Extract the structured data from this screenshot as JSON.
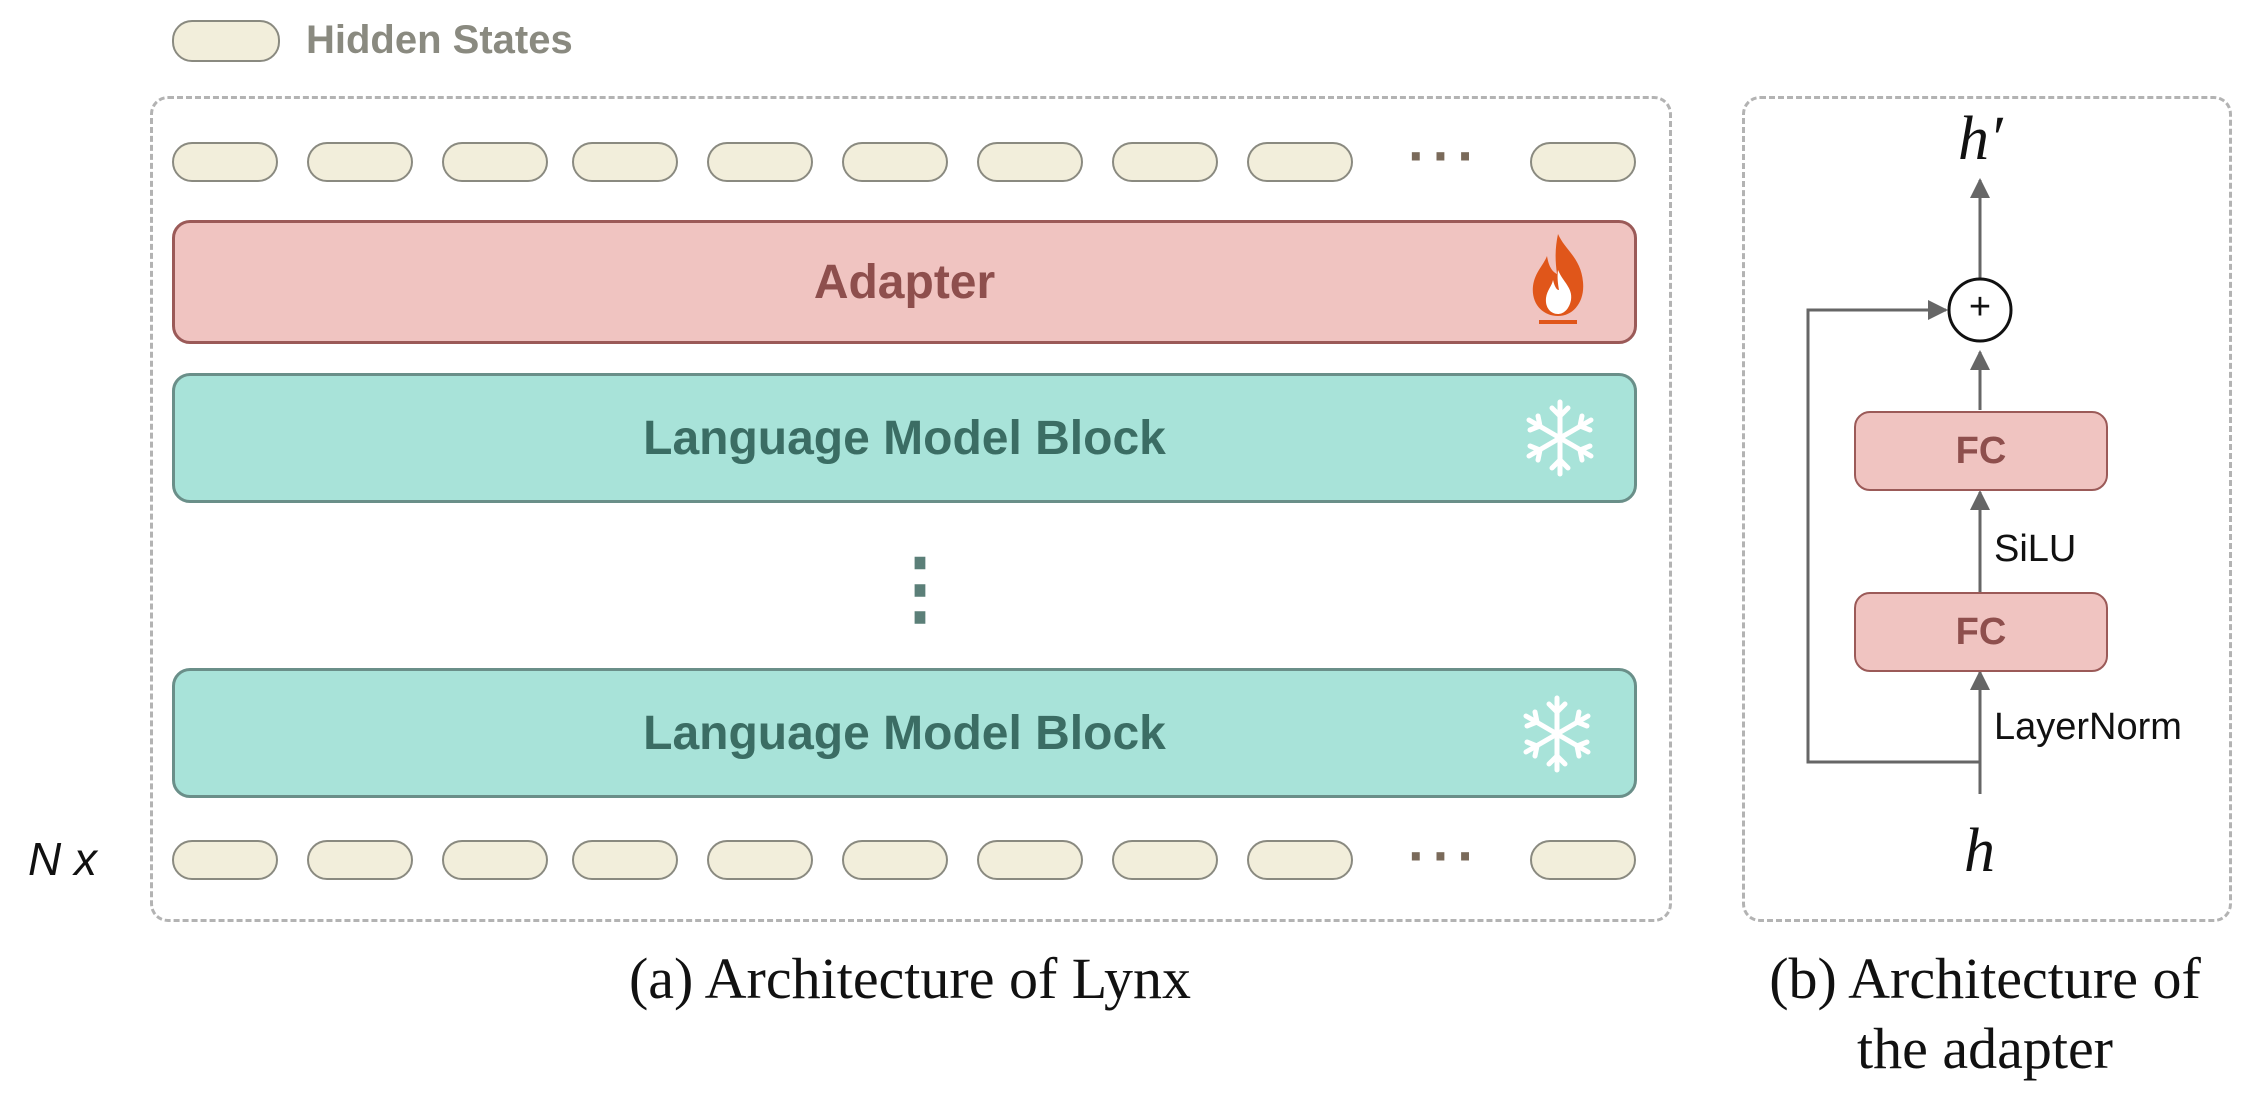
{
  "legend": {
    "label": "Hidden States"
  },
  "left_panel": {
    "adapter_label": "Adapter",
    "lm_block_top_label": "Language Model Block",
    "lm_block_bottom_label": "Language Model Block",
    "ellipsis_top": "···",
    "ellipsis_bottom": "···",
    "vertical_ellipsis": "⋮",
    "repeat_label": "N x",
    "caption": "(a) Architecture of Lynx",
    "icons": {
      "adapter": "flame-icon",
      "lm_blocks": "snowflake-icon"
    }
  },
  "right_panel": {
    "output_label": "h′",
    "input_label": "h",
    "fc_top_label": "FC",
    "fc_bottom_label": "FC",
    "activation_label": "SiLU",
    "norm_label": "LayerNorm",
    "plus_symbol": "+",
    "caption_line1": "(b) Architecture of",
    "caption_line2": "the adapter"
  },
  "colors": {
    "hidden_state_fill": "#f2eedb",
    "adapter_fill": "#f0c4c1",
    "lm_block_fill": "#a8e3d9",
    "flame": "#e0561a"
  }
}
